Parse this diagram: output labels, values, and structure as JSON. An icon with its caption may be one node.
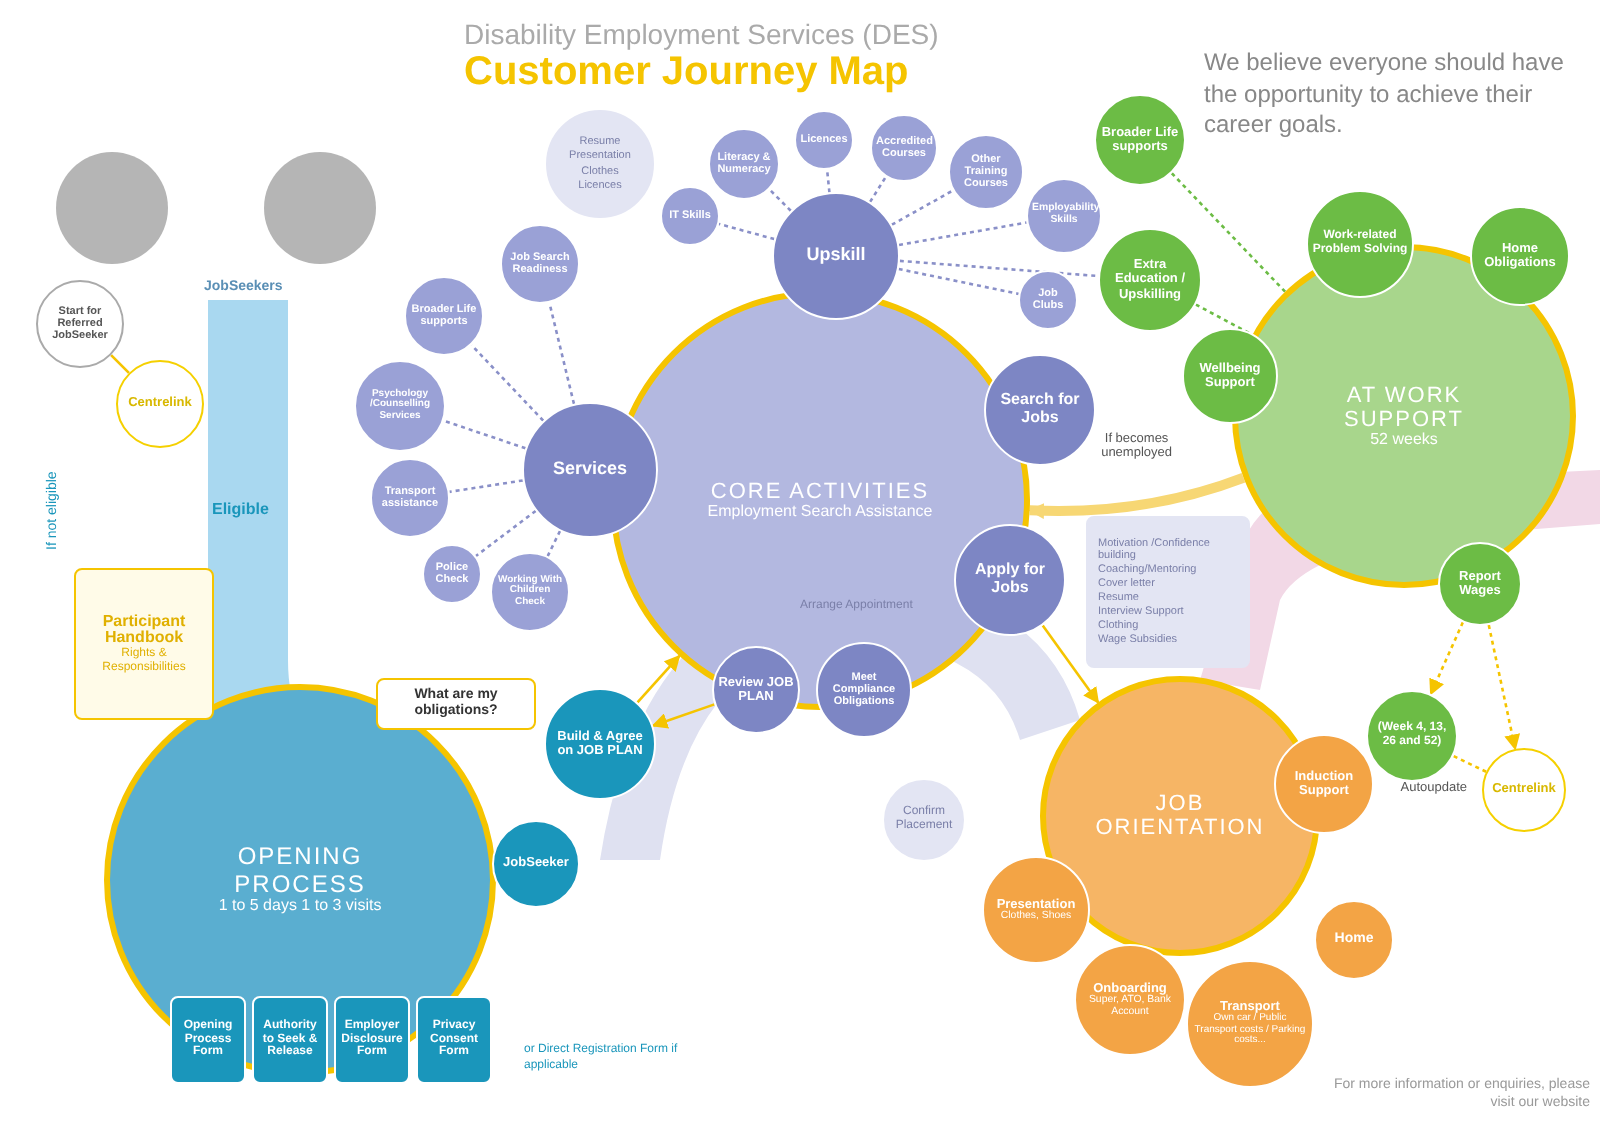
{
  "diagram": {
    "title": "Customer Journey Map",
    "nodes": [
      {
        "text": [
          "CORE ACTIVITIES",
          "Employment Search Assistance"
        ]
      },
      {
        "text": [
          "Services"
        ]
      },
      {
        "text": [
          "Upskill"
        ]
      },
      {
        "text": [
          "Search for Jobs"
        ]
      },
      {
        "text": [
          "Apply for Jobs"
        ]
      },
      {
        "text": [
          "Review JOB PLAN"
        ]
      },
      {
        "text": [
          "Meet Compliance Obligations"
        ]
      },
      {
        "text": [
          "Build & Agree on JOB PLAN"
        ]
      },
      {
        "text": [
          "Job Search Readiness"
        ]
      },
      {
        "text": [
          "Broader Life supports"
        ]
      },
      {
        "text": [
          "Psychology /Counselling Services"
        ]
      },
      {
        "text": [
          "Transport assistance"
        ]
      },
      {
        "text": [
          "Police Check"
        ]
      },
      {
        "text": [
          "Working With Children Check"
        ]
      },
      {
        "text": [
          "IT Skills"
        ]
      },
      {
        "text": [
          "Literacy & Numeracy"
        ]
      },
      {
        "text": [
          "Licences"
        ]
      },
      {
        "text": [
          "Accredited Courses"
        ]
      },
      {
        "text": [
          "Other Training Courses"
        ]
      },
      {
        "text": [
          "Employability Skills"
        ]
      },
      {
        "text": [
          "Job Clubs"
        ]
      },
      {
        "text": [
          "AT WORK SUPPORT",
          "52 weeks"
        ]
      },
      {
        "text": [
          "Work-related Problem Solving"
        ]
      },
      {
        "text": [
          "Home Obligations"
        ]
      },
      {
        "text": [
          "Wellbeing Support"
        ]
      },
      {
        "text": [
          "Broader Life supports"
        ]
      },
      {
        "text": [
          "Extra Education / Upskilling"
        ]
      },
      {
        "text": [
          "Report Wages"
        ]
      },
      {
        "text": [
          "(Week 4, 13, 26 and 52)"
        ]
      },
      {
        "text": [
          "Centrelink"
        ]
      },
      {
        "text": [
          "JOB ORIENTATION"
        ]
      },
      {
        "text": [
          "Induction Support"
        ]
      },
      {
        "text": [
          "Presentation",
          "Clothes, Shoes"
        ]
      },
      {
        "text": [
          "Onboarding",
          "Super, ATO, Bank Account"
        ]
      },
      {
        "text": [
          "Transport",
          "Own car / Public Transport costs / Parking costs..."
        ]
      },
      {
        "text": [
          "Home"
        ]
      },
      {
        "text": [
          "OPENING PROCESS",
          "1 to 5 days 1 to 3 visits"
        ]
      },
      {
        "text": [
          "JobSeeker"
        ]
      },
      {
        "text": [
          "Participant Handbook",
          "Rights & Responsibilities"
        ]
      },
      {
        "text": [
          "What are my obligations?"
        ]
      },
      {
        "text": [
          "Opening Process Form"
        ]
      },
      {
        "text": [
          "Authority to Seek & Release"
        ]
      },
      {
        "text": [
          "Employer Disclosure Form"
        ]
      },
      {
        "text": [
          "Privacy Consent Form"
        ]
      },
      {
        "text": [
          "Start for Referred JobSeeker"
        ]
      },
      {
        "text": [
          "Centrelink"
        ]
      },
      {
        "text": [
          "Resume",
          "Presentation",
          "Clothes",
          "Licences"
        ]
      },
      {
        "text": [
          "Motivation /Confidence building",
          "Coaching/Mentoring",
          "Cover letter",
          "Resume",
          "Interview Support",
          "Clothing",
          "Wage Subsidies"
        ]
      },
      {
        "text": [
          "Confirm Placement"
        ]
      }
    ],
    "edges": [
      {
        "from": 1,
        "to": 8,
        "arrow": "none",
        "style": "dashed"
      },
      {
        "from": 1,
        "to": 9,
        "arrow": "none",
        "style": "dashed"
      },
      {
        "from": 1,
        "to": 10,
        "arrow": "none",
        "style": "dashed"
      },
      {
        "from": 1,
        "to": 11,
        "arrow": "none",
        "style": "dashed"
      },
      {
        "from": 1,
        "to": 12,
        "arrow": "none",
        "style": "dashed"
      },
      {
        "from": 1,
        "to": 13,
        "arrow": "none",
        "style": "dashed"
      },
      {
        "from": 2,
        "to": 14,
        "arrow": "none",
        "style": "dashed"
      },
      {
        "from": 2,
        "to": 15,
        "arrow": "none",
        "style": "dashed"
      },
      {
        "from": 2,
        "to": 16,
        "arrow": "none",
        "style": "dashed"
      },
      {
        "from": 2,
        "to": 17,
        "arrow": "none",
        "style": "dashed"
      },
      {
        "from": 2,
        "to": 18,
        "arrow": "none",
        "style": "dashed"
      },
      {
        "from": 2,
        "to": 19,
        "arrow": "none",
        "style": "dashed"
      },
      {
        "from": 2,
        "to": 20,
        "arrow": "none",
        "style": "dashed"
      },
      {
        "from": 2,
        "to": 26,
        "arrow": "none",
        "style": "dashed"
      },
      {
        "from": 25,
        "to": 21,
        "arrow": "none",
        "style": "dashed",
        "color": "#6cbc45"
      },
      {
        "from": 26,
        "to": 21,
        "arrow": "none",
        "style": "dashed",
        "color": "#6cbc45"
      },
      {
        "from": 21,
        "to": 0,
        "arrow": "to",
        "label": "If becomes unemployed",
        "style": "thick",
        "color": "#f7d774"
      },
      {
        "from": 4,
        "to": 30,
        "arrow": "to",
        "color": "#f5c400"
      },
      {
        "from": 5,
        "to": 7,
        "arrow": "to",
        "color": "#f5c400"
      },
      {
        "from": 7,
        "to": 0,
        "arrow": "to",
        "color": "#f5c400"
      },
      {
        "from": 27,
        "to": 28,
        "arrow": "to",
        "style": "dashed",
        "color": "#f5c400"
      },
      {
        "from": 27,
        "to": 29,
        "arrow": "to",
        "style": "dashed",
        "color": "#f5c400"
      },
      {
        "from": 29,
        "to": 28,
        "arrow": "none",
        "style": "dashed",
        "label": "Autoupdate",
        "color": "#f5c400"
      },
      {
        "from": 44,
        "to": 45,
        "arrow": "none",
        "color": "#f5c400"
      }
    ],
    "labels": [
      "Disability Employment Services (DES)",
      "We believe everyone should have the opportunity to achieve their career goals.",
      "JobSeekers",
      "Eligible",
      "If not eligible",
      "Arrange Appointment",
      "or Direct Registration Form if applicable",
      "For more information or enquiries, please visit our website"
    ]
  }
}
